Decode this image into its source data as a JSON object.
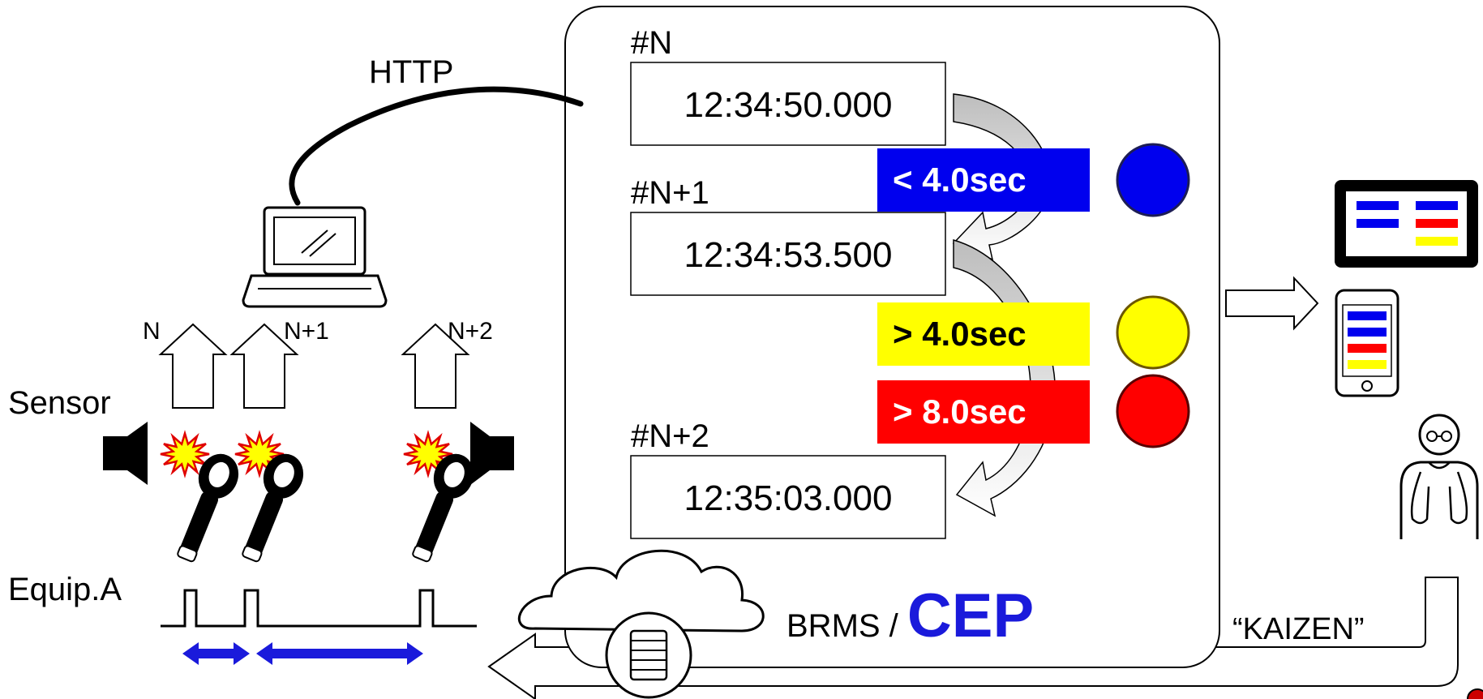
{
  "link": {
    "protocol": "HTTP"
  },
  "sensor": {
    "label": "Sensor",
    "arrows": [
      "N",
      "N+1",
      "N+2"
    ]
  },
  "equipment": {
    "label": "Equip.A"
  },
  "events": [
    {
      "id": "#N",
      "time": "12:34:50.000"
    },
    {
      "id": "#N+1",
      "time": "12:34:53.500"
    },
    {
      "id": "#N+2",
      "time": "12:35:03.000"
    }
  ],
  "rules": [
    {
      "label": "< 4.0sec",
      "color": "#0000ee",
      "text_color": "#ffffff"
    },
    {
      "label": "> 4.0sec",
      "color": "#ffff00",
      "text_color": "#000000"
    },
    {
      "label": "> 8.0sec",
      "color": "#ff0000",
      "text_color": "#ffffff"
    }
  ],
  "engine": {
    "prefix": "BRMS / ",
    "name": "CEP",
    "name_color": "#1a1adb"
  },
  "feedback": {
    "label": "“KAIZEN”"
  }
}
